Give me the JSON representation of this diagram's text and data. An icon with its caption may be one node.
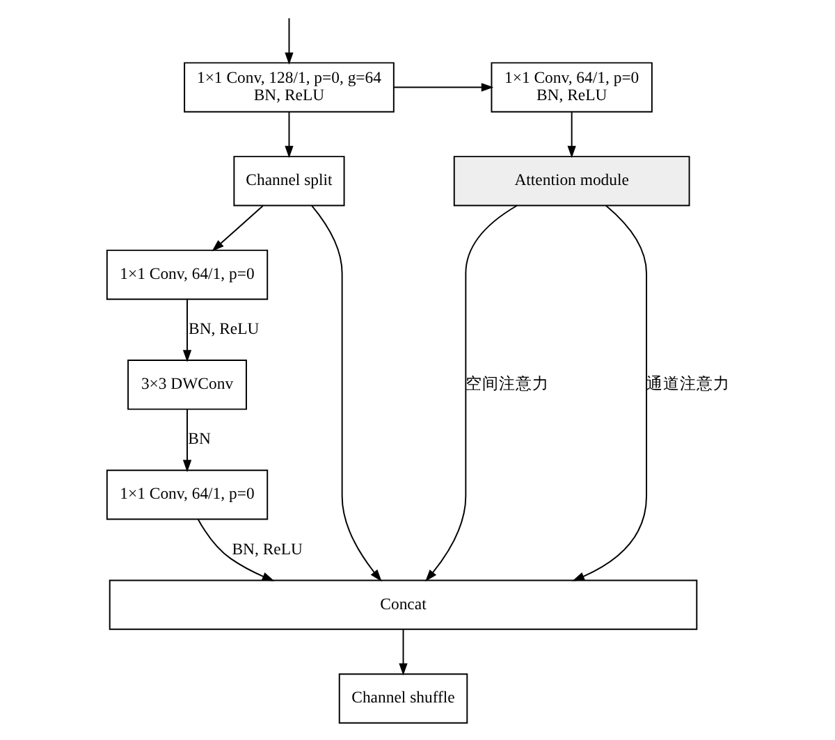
{
  "diagram": {
    "nodes": [
      {
        "text": [
          "1×1 Conv, 128/1, p=0, g=64",
          "BN, ReLU"
        ]
      },
      {
        "text": [
          "1×1 Conv, 64/1, p=0",
          "BN, ReLU"
        ]
      },
      {
        "text": [
          "Channel split"
        ]
      },
      {
        "text": [
          "Attention module"
        ]
      },
      {
        "text": [
          "1×1 Conv, 64/1, p=0"
        ]
      },
      {
        "text": [
          "3×3 DWConv"
        ]
      },
      {
        "text": [
          "1×1 Conv, 64/1, p=0"
        ]
      },
      {
        "text": [
          "Concat"
        ]
      },
      {
        "text": [
          "Channel shuffle"
        ]
      }
    ],
    "edges": [
      {
        "from": null,
        "to": 0,
        "arrow": "to"
      },
      {
        "from": 0,
        "to": 1,
        "arrow": "to"
      },
      {
        "from": 0,
        "to": 2,
        "arrow": "to"
      },
      {
        "from": 1,
        "to": 3,
        "arrow": "to"
      },
      {
        "from": 2,
        "to": 4,
        "arrow": "to"
      },
      {
        "from": 2,
        "to": 7,
        "arrow": "to"
      },
      {
        "from": 4,
        "to": 5,
        "arrow": "to",
        "label": "BN, ReLU"
      },
      {
        "from": 5,
        "to": 6,
        "arrow": "to",
        "label": "BN"
      },
      {
        "from": 6,
        "to": 7,
        "arrow": "to",
        "label": "BN, ReLU"
      },
      {
        "from": 3,
        "to": 7,
        "arrow": "to",
        "label": "空间注意力"
      },
      {
        "from": 3,
        "to": 7,
        "arrow": "to",
        "label": "通道注意力"
      },
      {
        "from": 7,
        "to": 8,
        "arrow": "to"
      }
    ]
  }
}
